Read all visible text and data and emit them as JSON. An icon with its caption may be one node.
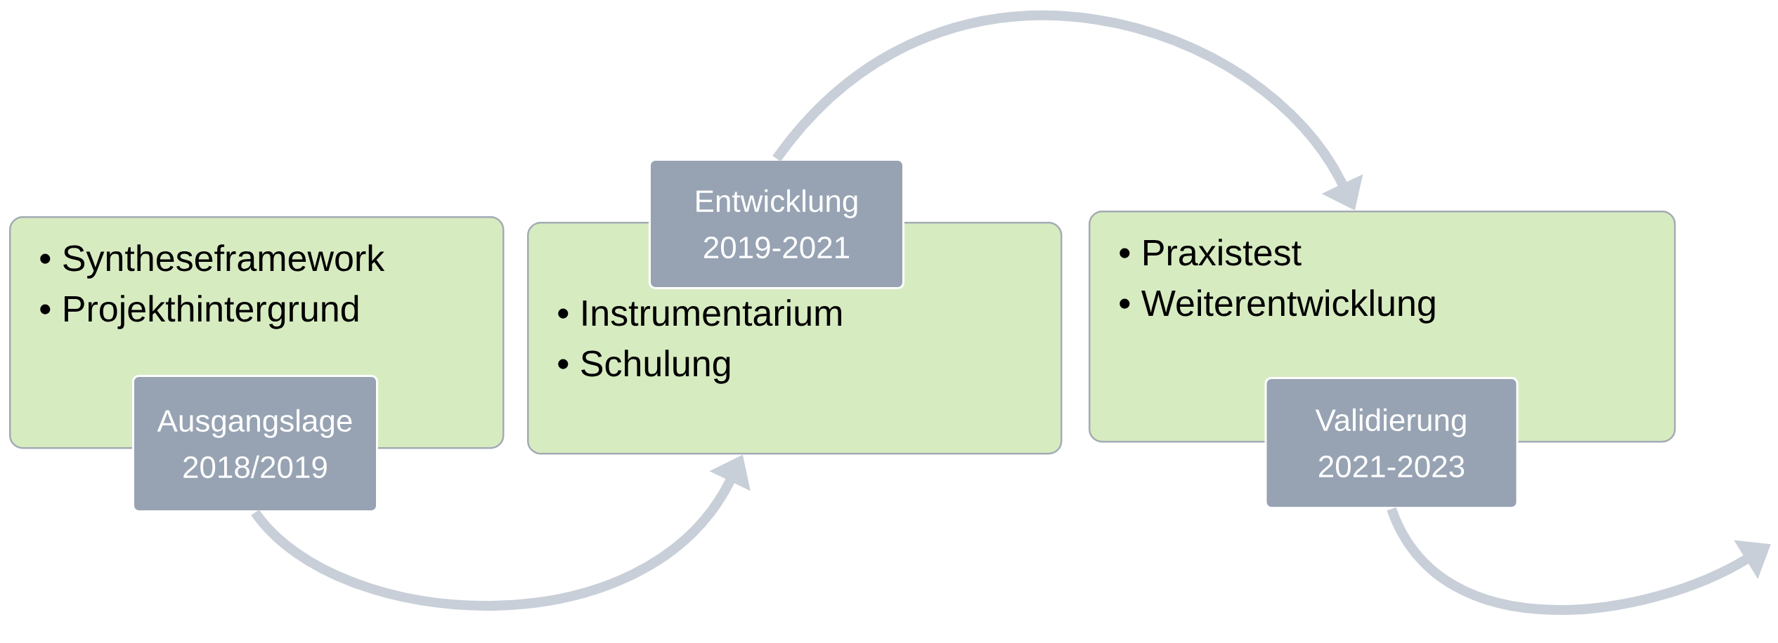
{
  "diagram": {
    "nodes": [
      {
        "text": [
          "• Syntheseframework",
          "• Projekthintergrund"
        ]
      },
      {
        "text": [
          "Ausgangslage 2018/2019"
        ]
      },
      {
        "text": [
          "• Instrumentarium",
          "• Schulung"
        ]
      },
      {
        "text": [
          "Entwicklung 2019-2021"
        ]
      },
      {
        "text": [
          "• Praxistest",
          "• Weiterentwicklung"
        ]
      },
      {
        "text": [
          "Validierung 2021-2023"
        ]
      }
    ],
    "edges": [
      {
        "from": 1,
        "to": 2,
        "arrow": "to"
      },
      {
        "from": 3,
        "to": 4,
        "arrow": "to"
      },
      {
        "from": 5,
        "to": null,
        "arrow": "to"
      }
    ]
  }
}
